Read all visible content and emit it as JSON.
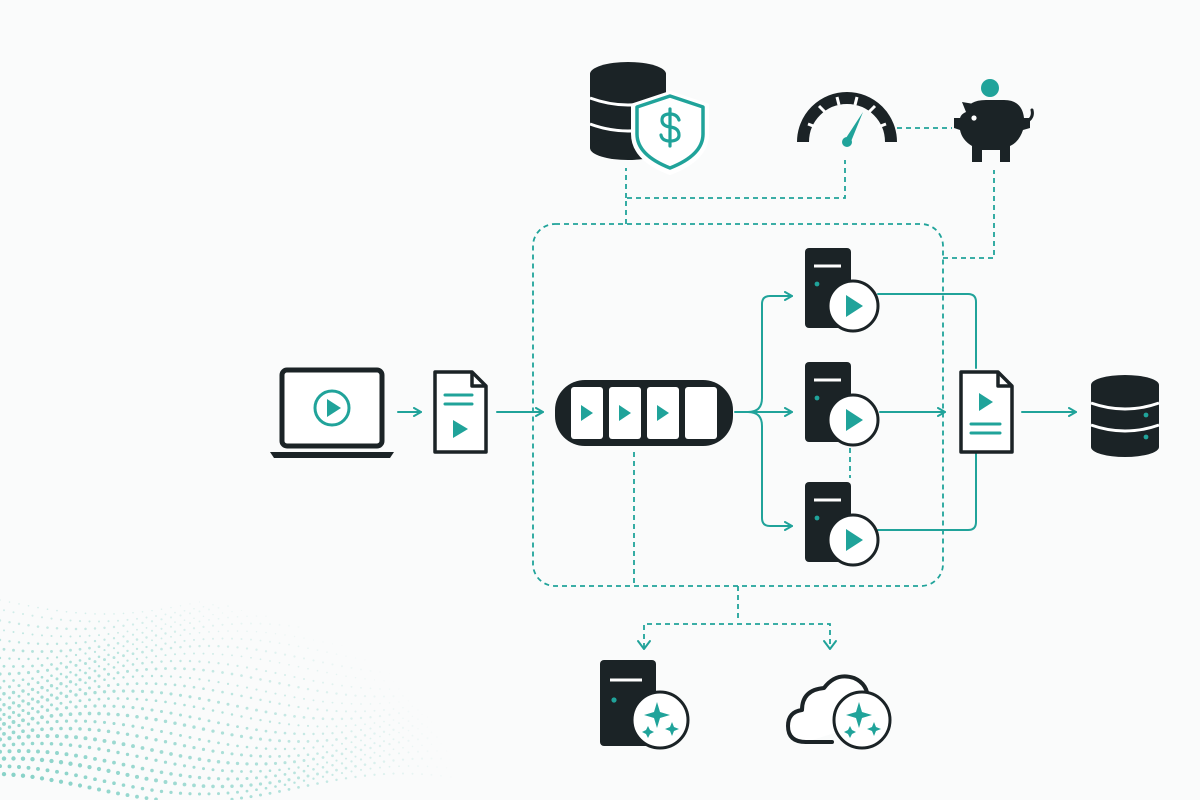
{
  "colors": {
    "ink": "#1b2326",
    "accent": "#20a39a",
    "background": "#fafbfb",
    "dots": "#7fcfc4"
  },
  "diagram": {
    "nodes": [
      {
        "id": "source-laptop",
        "icon": "laptop-play-icon"
      },
      {
        "id": "upload-file",
        "icon": "video-file-icon"
      },
      {
        "id": "job-queue",
        "icon": "video-queue-icon"
      },
      {
        "id": "worker-1",
        "icon": "server-play-icon"
      },
      {
        "id": "worker-2",
        "icon": "server-play-icon"
      },
      {
        "id": "worker-3",
        "icon": "server-play-icon"
      },
      {
        "id": "output-file",
        "icon": "video-file-icon"
      },
      {
        "id": "output-storage",
        "icon": "database-icon"
      },
      {
        "id": "cost-database",
        "icon": "database-shield-dollar-icon"
      },
      {
        "id": "performance",
        "icon": "speedometer-icon"
      },
      {
        "id": "savings",
        "icon": "piggy-bank-icon"
      },
      {
        "id": "ai-server",
        "icon": "server-sparkle-icon"
      },
      {
        "id": "ai-cloud",
        "icon": "cloud-sparkle-icon"
      }
    ],
    "edges": [
      {
        "from": "source-laptop",
        "to": "upload-file",
        "style": "solid"
      },
      {
        "from": "upload-file",
        "to": "job-queue",
        "style": "solid"
      },
      {
        "from": "job-queue",
        "to": "worker-1",
        "style": "solid"
      },
      {
        "from": "job-queue",
        "to": "worker-2",
        "style": "solid"
      },
      {
        "from": "job-queue",
        "to": "worker-3",
        "style": "solid"
      },
      {
        "from": "worker-1",
        "to": "output-file",
        "style": "solid"
      },
      {
        "from": "worker-2",
        "to": "output-file",
        "style": "solid"
      },
      {
        "from": "worker-3",
        "to": "output-file",
        "style": "solid"
      },
      {
        "from": "output-file",
        "to": "output-storage",
        "style": "solid"
      },
      {
        "from": "processing-group",
        "to": "cost-database",
        "style": "dashed"
      },
      {
        "from": "processing-group",
        "to": "performance",
        "style": "dashed"
      },
      {
        "from": "performance",
        "to": "savings",
        "style": "dashed"
      },
      {
        "from": "processing-group",
        "to": "savings",
        "style": "dashed"
      },
      {
        "from": "processing-group",
        "to": "ai-server",
        "style": "dashed"
      },
      {
        "from": "processing-group",
        "to": "ai-cloud",
        "style": "dashed"
      }
    ],
    "groups": [
      {
        "id": "processing-group",
        "style": "dashed-rounded"
      }
    ]
  }
}
